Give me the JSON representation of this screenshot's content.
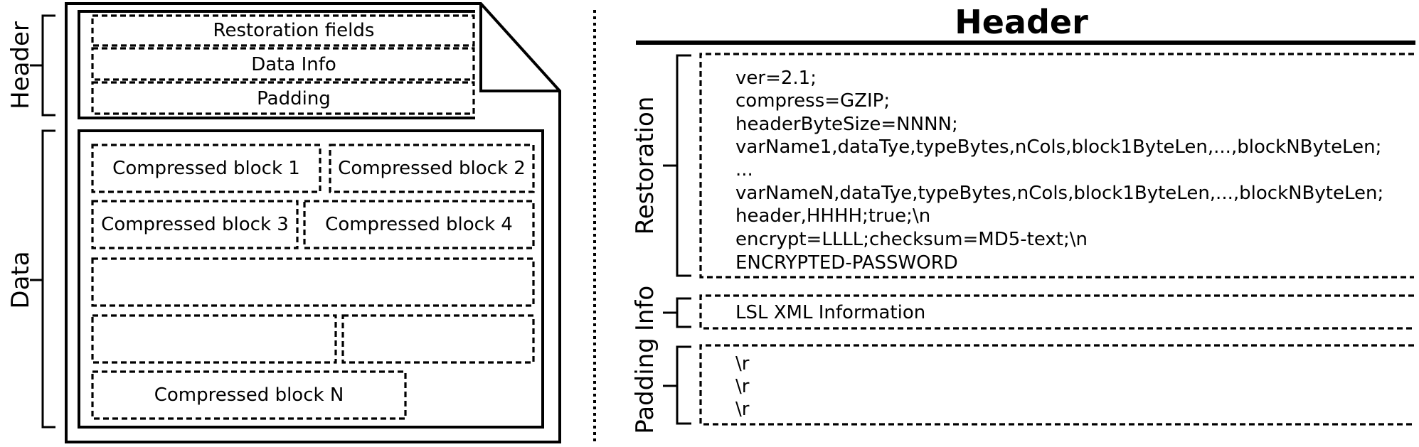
{
  "left": {
    "side_labels": {
      "header": "Header",
      "data": "Data"
    },
    "header_fields": [
      "Restoration fields",
      "Data Info",
      "Padding"
    ],
    "blocks": {
      "block1": "Compressed block 1",
      "block2": "Compressed block 2",
      "block3": "Compressed block 3",
      "block4": "Compressed block 4",
      "blockN": "Compressed block N"
    }
  },
  "right": {
    "title": "Header",
    "side_labels": {
      "restoration": "Restoration",
      "info": "Info",
      "padding": "Padding"
    },
    "restoration_lines": [
      "ver=2.1;",
      "compress=GZIP;",
      "headerByteSize=NNNN;",
      "varName1,dataTye,typeBytes,nCols,block1ByteLen,...,blockNByteLen;",
      "...",
      "varNameN,dataTye,typeBytes,nCols,block1ByteLen,...,blockNByteLen;",
      "header,HHHH;true;\\n",
      "encrypt=LLLL;checksum=MD5-text;\\n",
      "ENCRYPTED-PASSWORD"
    ],
    "info_lines": [
      "LSL XML Information"
    ],
    "padding_lines": [
      "\\r",
      "\\r",
      "\\r"
    ]
  }
}
